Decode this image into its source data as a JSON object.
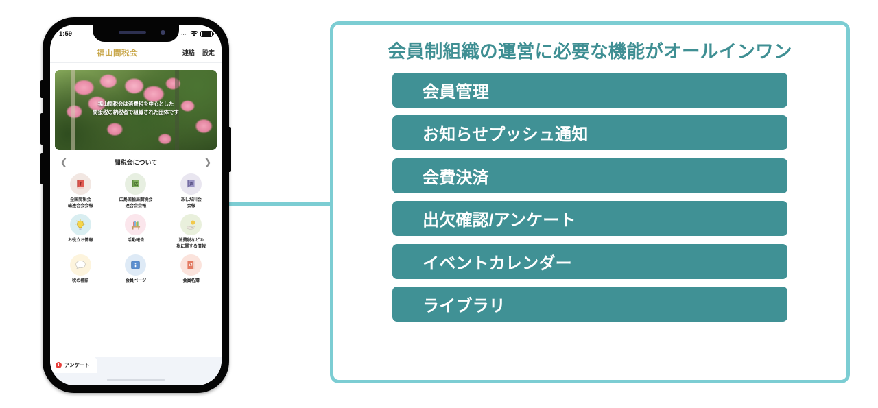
{
  "colors": {
    "accent_teal": "#409195",
    "panel_border": "#7ccdd3",
    "title_teal": "#3f8f93",
    "app_title_gold": "#c9a84c",
    "badge_red": "#e8413d",
    "connector": "#7ccdd3"
  },
  "phone": {
    "status_bar": {
      "time": "1:59",
      "signal_dots": "....",
      "wifi_icon": "wifi-icon",
      "battery_icon": "battery-icon"
    },
    "app_header": {
      "title": "福山間税会",
      "links": [
        {
          "label": "連絡",
          "name": "header-link-contact"
        },
        {
          "label": "設定",
          "name": "header-link-settings"
        }
      ]
    },
    "hero": {
      "image_alt": "pink-roses-photo",
      "caption_line1": "福山間税会は消費税を中心とした",
      "caption_line2": "間接税の納税者で組織された団体です"
    },
    "carousel": {
      "prev_icon": "chevron-left-icon",
      "next_icon": "chevron-right-icon",
      "label": "間税会について"
    },
    "grid": [
      {
        "label": "全国間税会\n総連合会会報",
        "icon": "red-bulletin-book-icon",
        "circle_bg": "#f2e7e2",
        "name": "grid-item-national-bulletin"
      },
      {
        "label": "広島国税局間税会\n連合会会報",
        "icon": "green-bulletin-book-icon",
        "circle_bg": "#e7efe1",
        "name": "grid-item-hiroshima-bulletin"
      },
      {
        "label": "あしだ川会\n会報",
        "icon": "purple-bulletin-book-icon",
        "circle_bg": "#e9e6f0",
        "name": "grid-item-ashidagawa-bulletin"
      },
      {
        "label": "お役立ち情報",
        "icon": "lightbulb-icon",
        "circle_bg": "#d9eef1",
        "name": "grid-item-useful-info"
      },
      {
        "label": "活動報告",
        "icon": "bookshelf-icon",
        "circle_bg": "#fbe6ec",
        "name": "grid-item-activity-report"
      },
      {
        "label": "消費税などの\n税に関する情報",
        "icon": "hand-coin-icon",
        "circle_bg": "#e9f0dc",
        "name": "grid-item-tax-info"
      },
      {
        "label": "税の標語",
        "icon": "speech-bubble-icon",
        "circle_bg": "#fdf4dd",
        "name": "grid-item-tax-slogan"
      },
      {
        "label": "会員ページ",
        "icon": "info-square-icon",
        "circle_bg": "#deeaf6",
        "name": "grid-item-member-page"
      },
      {
        "label": "会員名簿",
        "icon": "member-directory-book-icon",
        "circle_bg": "#fbe3dc",
        "name": "grid-item-member-directory"
      }
    ],
    "bottom_tab": {
      "badge": "!",
      "label": "アンケート"
    }
  },
  "panel": {
    "title": "会員制組織の運営に必要な機能がオールインワン",
    "features": [
      "会員管理",
      "お知らせプッシュ通知",
      "会費決済",
      "出欠確認/アンケート",
      "イベントカレンダー",
      "ライブラリ"
    ]
  }
}
